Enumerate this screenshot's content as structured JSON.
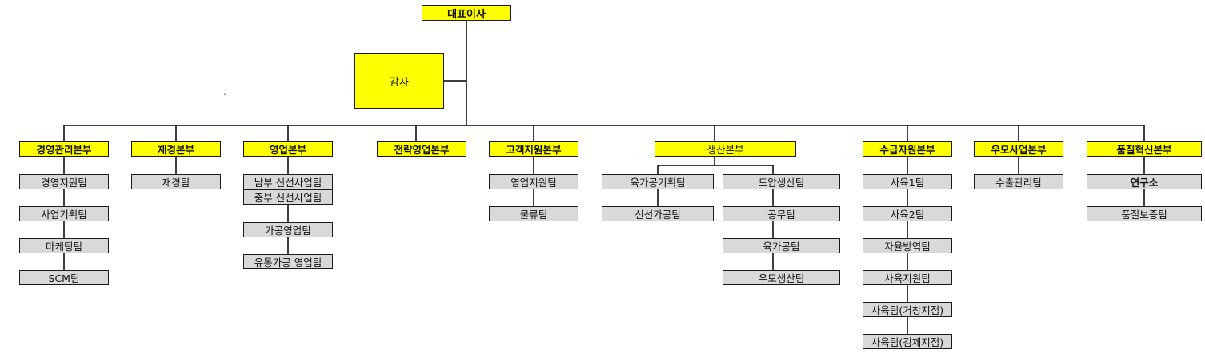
{
  "chart": {
    "ceo": "대표이사",
    "audit": "감사",
    "divisions": {
      "mgmt": "경영관리본부",
      "finance": "재경본부",
      "sales": "영업본부",
      "strategic": "전략영업본부",
      "customer": "고객지원본부",
      "production": "생산본부",
      "supply": "수급자원본부",
      "woomo": "우모사업본부",
      "quality": "품질혁신본부"
    },
    "teams": {
      "mgmt_1": "경영지원팀",
      "mgmt_2": "사업기획팀",
      "mgmt_3": "마케팅팀",
      "mgmt_4": "SCM팀",
      "finance_1": "재경팀",
      "sales_1": "남부 신선사업팀",
      "sales_2": "중부 신선사업팀",
      "sales_3": "가공영업팀",
      "sales_4": "유통가공 영업팀",
      "customer_1": "영업지원팀",
      "customer_2": "물류팀",
      "prod_a1": "육가공기획팀",
      "prod_a2": "신선가공팀",
      "prod_b1": "도압생산팀",
      "prod_b2": "공무팀",
      "prod_b3": "육가공팀",
      "prod_b4": "우모생산팀",
      "supply_1": "사육1팀",
      "supply_2": "사육2팀",
      "supply_3": "자율방역팀",
      "supply_4": "사육지원팀",
      "supply_5": "사육팀(거창지점)",
      "supply_6": "사육팀(김제지점)",
      "woomo_1": "수출관리팀",
      "quality_1": "연구소",
      "quality_2": "품질보증팀"
    }
  }
}
